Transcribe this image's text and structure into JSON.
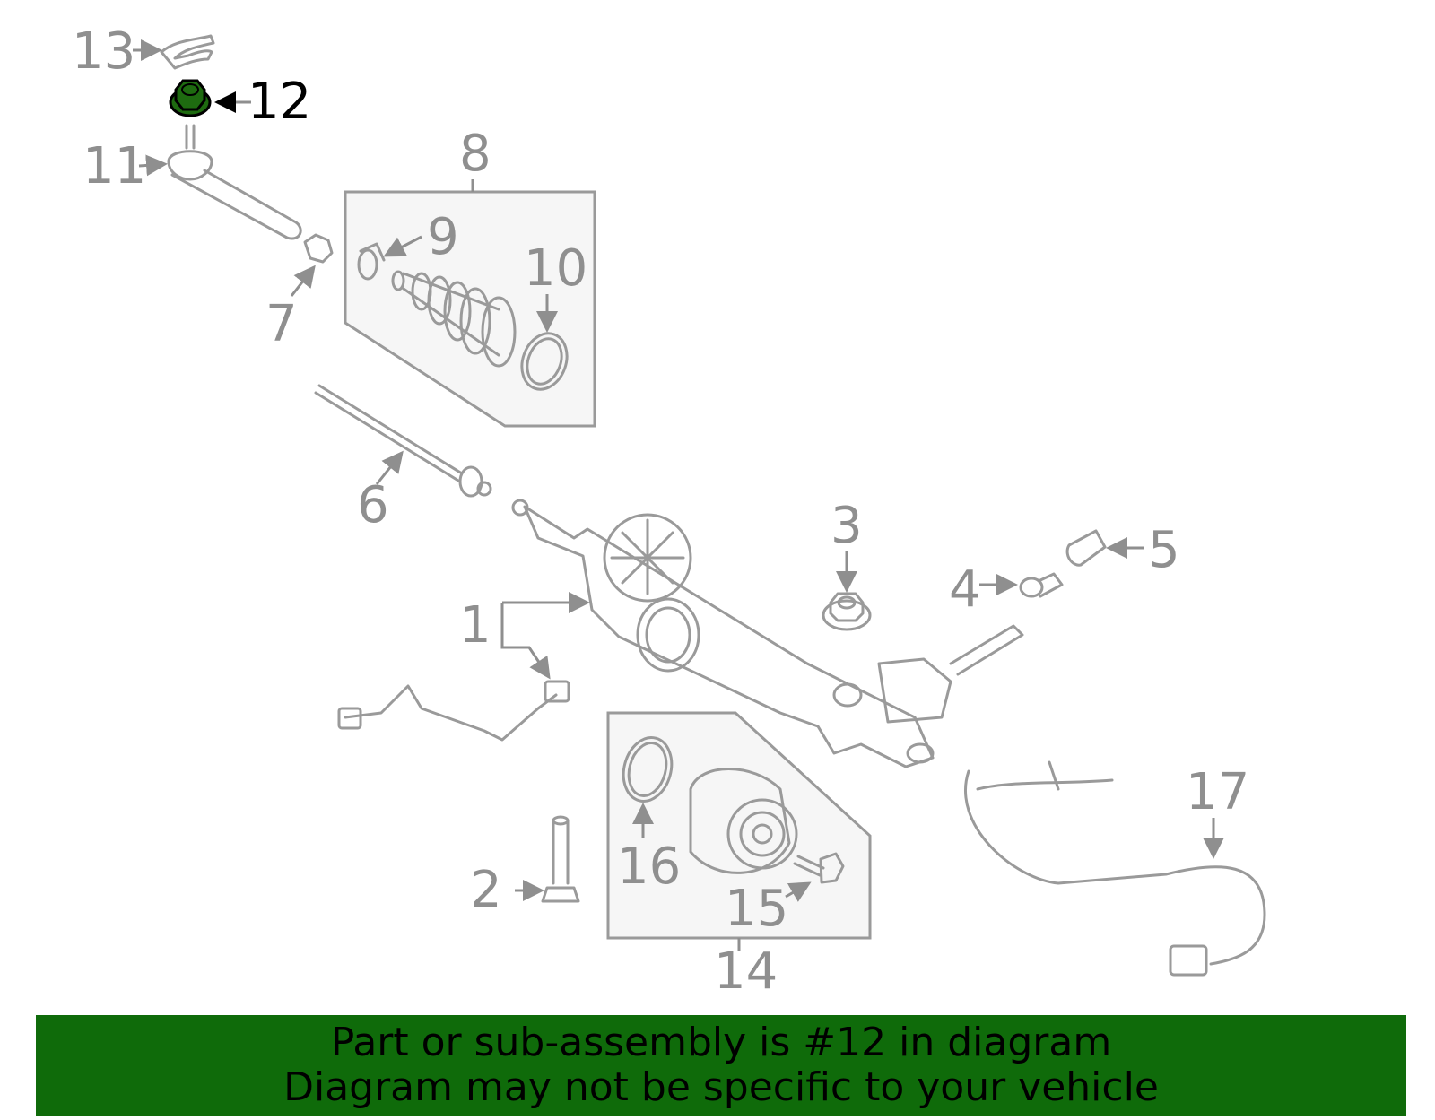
{
  "diagram": {
    "callouts": {
      "c1": "1",
      "c2": "2",
      "c3": "3",
      "c4": "4",
      "c5": "5",
      "c6": "6",
      "c7": "7",
      "c8": "8",
      "c9": "9",
      "c10": "10",
      "c11": "11",
      "c12": "12",
      "c13": "13",
      "c14": "14",
      "c15": "15",
      "c16": "16",
      "c17": "17"
    },
    "highlighted_part": "12",
    "highlight_color": "#1e6b10",
    "text_color": "#8f8f8f"
  },
  "banner": {
    "line1": "Part or sub-assembly is #12 in diagram",
    "line2": "Diagram may not be specific to your vehicle",
    "background": "#0f6b0a",
    "text_color": "#000000"
  }
}
